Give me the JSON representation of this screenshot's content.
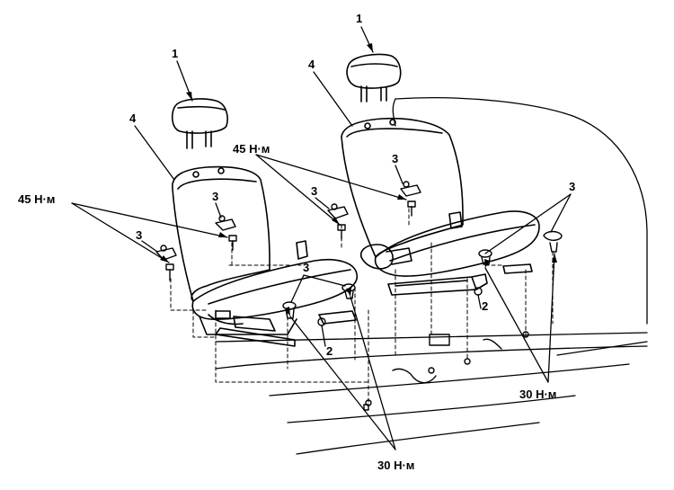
{
  "labels": {
    "headrest": "1",
    "cover_bolt": "2",
    "cover": "3",
    "seat": "4"
  },
  "torques": {
    "backrest_bolt_left": "45 Н·м",
    "backrest_bolt_right": "45 Н·м",
    "seat_mount_front": "30 Н·м",
    "seat_mount_right": "30 Н·м"
  },
  "colors": {
    "line": "#000000",
    "background": "#ffffff"
  }
}
